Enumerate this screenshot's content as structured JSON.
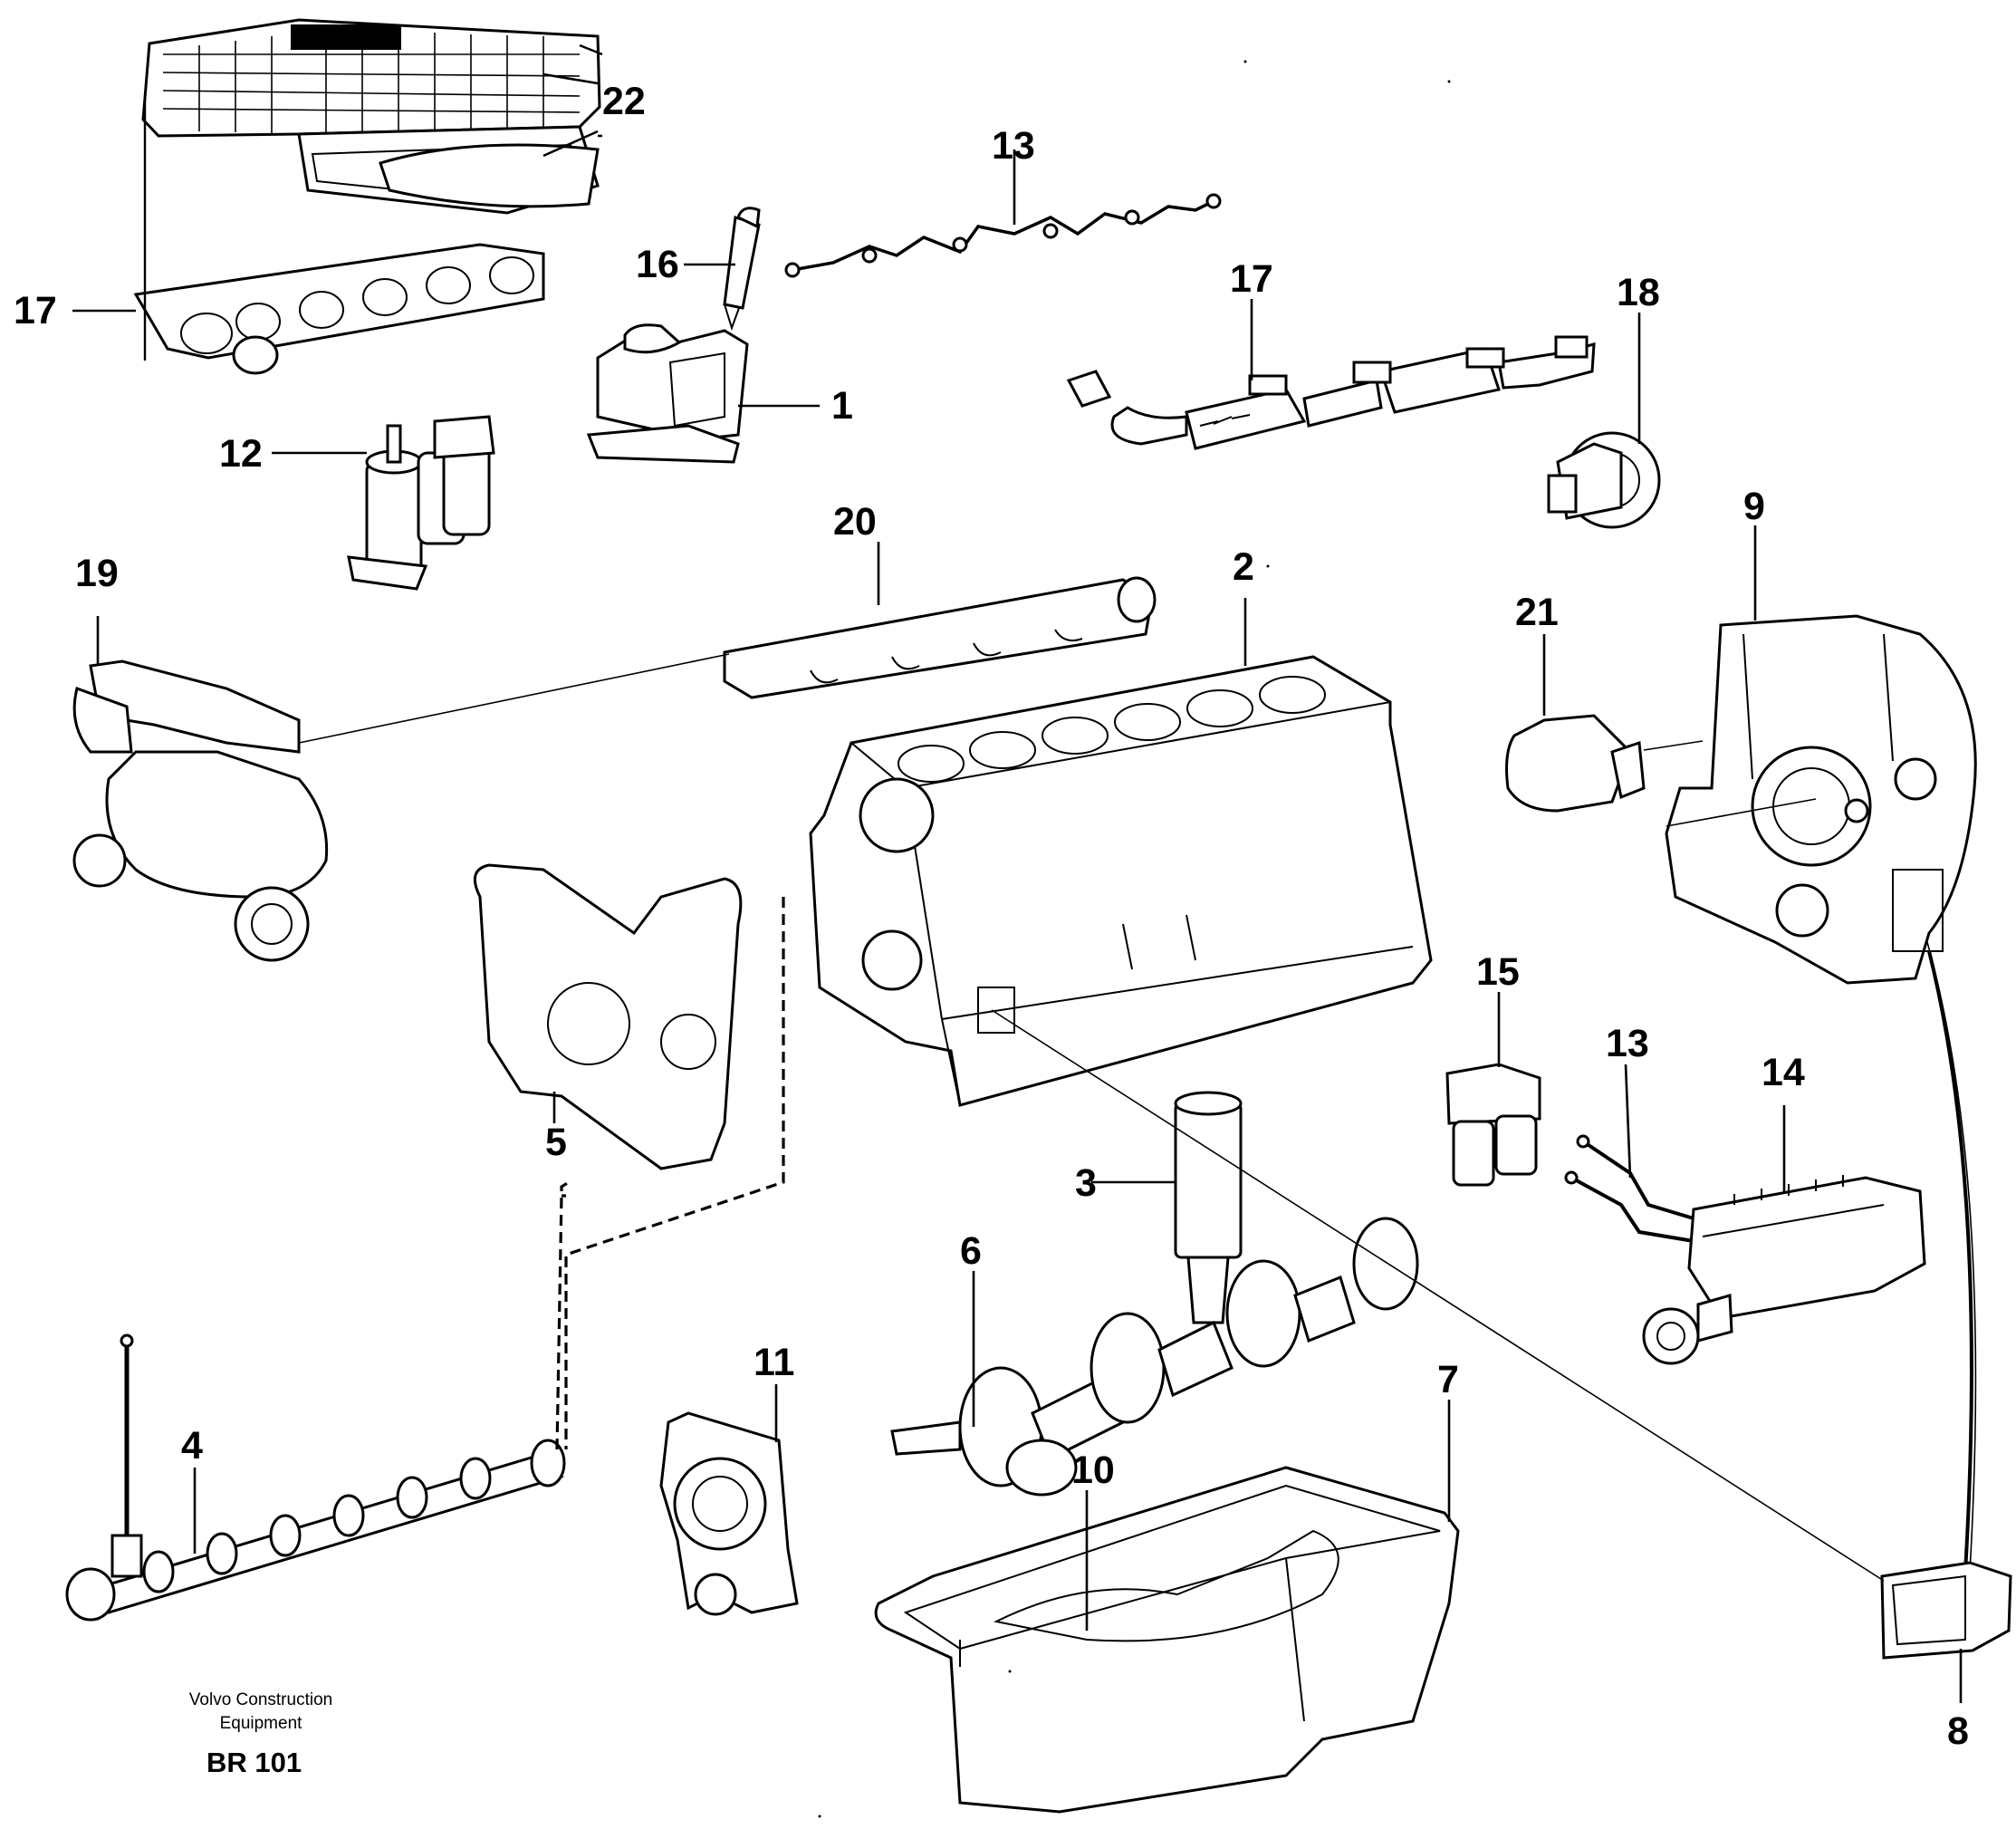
{
  "callouts": [
    {
      "id": "c22",
      "label": "22"
    },
    {
      "id": "c13a",
      "label": "13"
    },
    {
      "id": "c16",
      "label": "16"
    },
    {
      "id": "c17a",
      "label": "17"
    },
    {
      "id": "c17b",
      "label": "17"
    },
    {
      "id": "c18",
      "label": "18"
    },
    {
      "id": "c1",
      "label": "1"
    },
    {
      "id": "c12",
      "label": "12"
    },
    {
      "id": "c20",
      "label": "20"
    },
    {
      "id": "c19",
      "label": "19"
    },
    {
      "id": "c2",
      "label": "2"
    },
    {
      "id": "c9",
      "label": "9"
    },
    {
      "id": "c21",
      "label": "21"
    },
    {
      "id": "c15",
      "label": "15"
    },
    {
      "id": "c13b",
      "label": "13"
    },
    {
      "id": "c14",
      "label": "14"
    },
    {
      "id": "c5",
      "label": "5"
    },
    {
      "id": "c3",
      "label": "3"
    },
    {
      "id": "c6",
      "label": "6"
    },
    {
      "id": "c11",
      "label": "11"
    },
    {
      "id": "c4",
      "label": "4"
    },
    {
      "id": "c7",
      "label": "7"
    },
    {
      "id": "c10",
      "label": "10"
    },
    {
      "id": "c8",
      "label": "8"
    }
  ],
  "credit": {
    "line1": "Volvo Construction",
    "line2": "Equipment",
    "code": "BR 101"
  }
}
